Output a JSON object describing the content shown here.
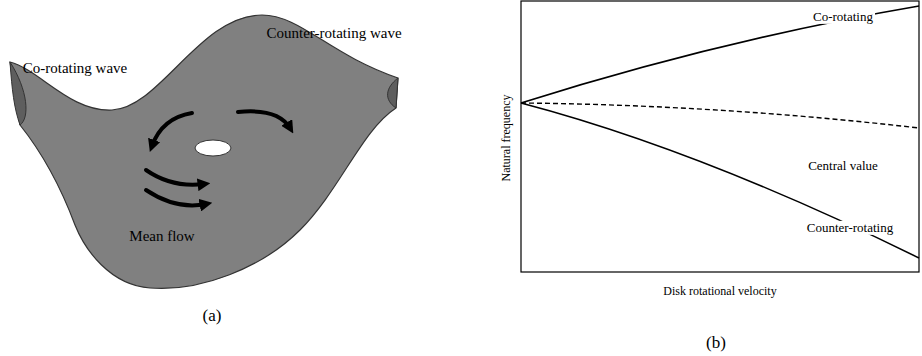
{
  "diagram": {
    "labels": [
      "Co-rotating wave",
      "Counter-rotating wave",
      "Mean flow",
      "(a)",
      "Natural frequency",
      "Co-rotating",
      "Central value",
      "Counter-rotating",
      "Disk rotational velocity",
      "(b)"
    ]
  }
}
